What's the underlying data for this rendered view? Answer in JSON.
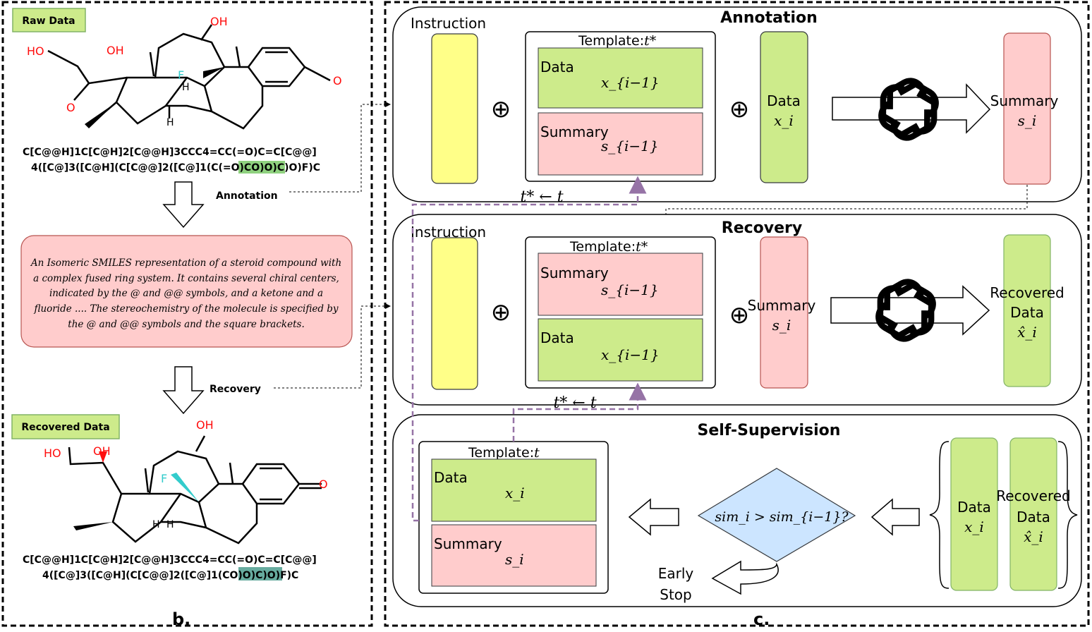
{
  "panel_b": {
    "raw_data_label": "Raw Data",
    "recovered_data_label": "Recovered Data",
    "smiles_raw_line1": "C[C@@H]1C[C@H]2[C@@H]3CCC4=CC(=O)C=C[C@@]",
    "smiles_raw_line2_a": "4([C@]3([C@H](C[C@@]2([C@]1(C(",
    "smiles_raw_line2_hl": "=O)CO",
    "smiles_raw_line2_b": ")O)C)O)F)C",
    "smiles_rec_line1": "C[C@@H]1C[C@H]2[C@@H]3CCC4=CC(=O)C=C[C@@]",
    "smiles_rec_line2_a": "4([C@]3([C@H](C[C@@]2([C@]1(",
    "smiles_rec_line2_hl": "CO)O",
    "smiles_rec_line2_b": ")C)O)F)C",
    "annotation_label": "Annotation",
    "recovery_label": "Recovery",
    "description_lines": [
      "An Isomeric SMILES representation of a steroid compound with",
      "a complex fused ring system. It contains several chiral centers,",
      "indicated by the @ and @@ symbols, and a ketone and a",
      "fluoride .... The stereochemistry of the molecule is specified by",
      "the @ and @@ symbols and the square brackets."
    ],
    "panel_letter": "b."
  },
  "atoms": {
    "oh": "OH",
    "ho": "HO",
    "o": "O",
    "f": "F",
    "h": "H"
  },
  "annotation": {
    "title": "Annotation",
    "instruction": "Instruction",
    "template_label": "Template:",
    "template_var": "t*",
    "data_label": "Data",
    "data_var": "x_{i−1}",
    "summary_label": "Summary",
    "summary_var": "s_{i−1}",
    "input_label": "Data",
    "input_var": "x_i",
    "output_label": "Summary",
    "output_var": "s_i"
  },
  "recovery": {
    "title": "Recovery",
    "instruction": "Instruction",
    "template_label": "Template:",
    "template_var": "t*",
    "summary_label": "Summary",
    "summary_var": "s_{i−1}",
    "data_label": "Data",
    "data_var": "x_{i−1}",
    "input_label": "Summary",
    "input_var": "s_i",
    "output_label_1": "Recovered",
    "output_label_2": "Data",
    "output_var": "x̂_i"
  },
  "self_supervision": {
    "title": "Self-Supervision",
    "template_label": "Template:",
    "template_var": "t",
    "data_label": "Data",
    "data_var": "x_i",
    "summary_label": "Summary",
    "summary_var": "s_i",
    "condition": "sim_i > sim_{i−1}?",
    "early_stop_1": "Early",
    "early_stop_2": "Stop",
    "data_label_r": "Data",
    "data_var_r": "x_i",
    "recovered_label_1": "Recovered",
    "recovered_label_2": "Data",
    "recovered_var": "x̂_i",
    "update_1": "t* ← t",
    "update_2": "t* ← t"
  },
  "panel_c_letter": "c.",
  "colors": {
    "yellow": "#ffff88",
    "green": "#cdeb8b",
    "pink": "#ffcccc",
    "blue": "#cce5ff",
    "purple_dash": "#9673a6",
    "highlight_green": "#8fd17f",
    "highlight_teal": "#67ab9f",
    "red_atom": "#ff0d0d",
    "cyan_atom": "#33cccc"
  }
}
